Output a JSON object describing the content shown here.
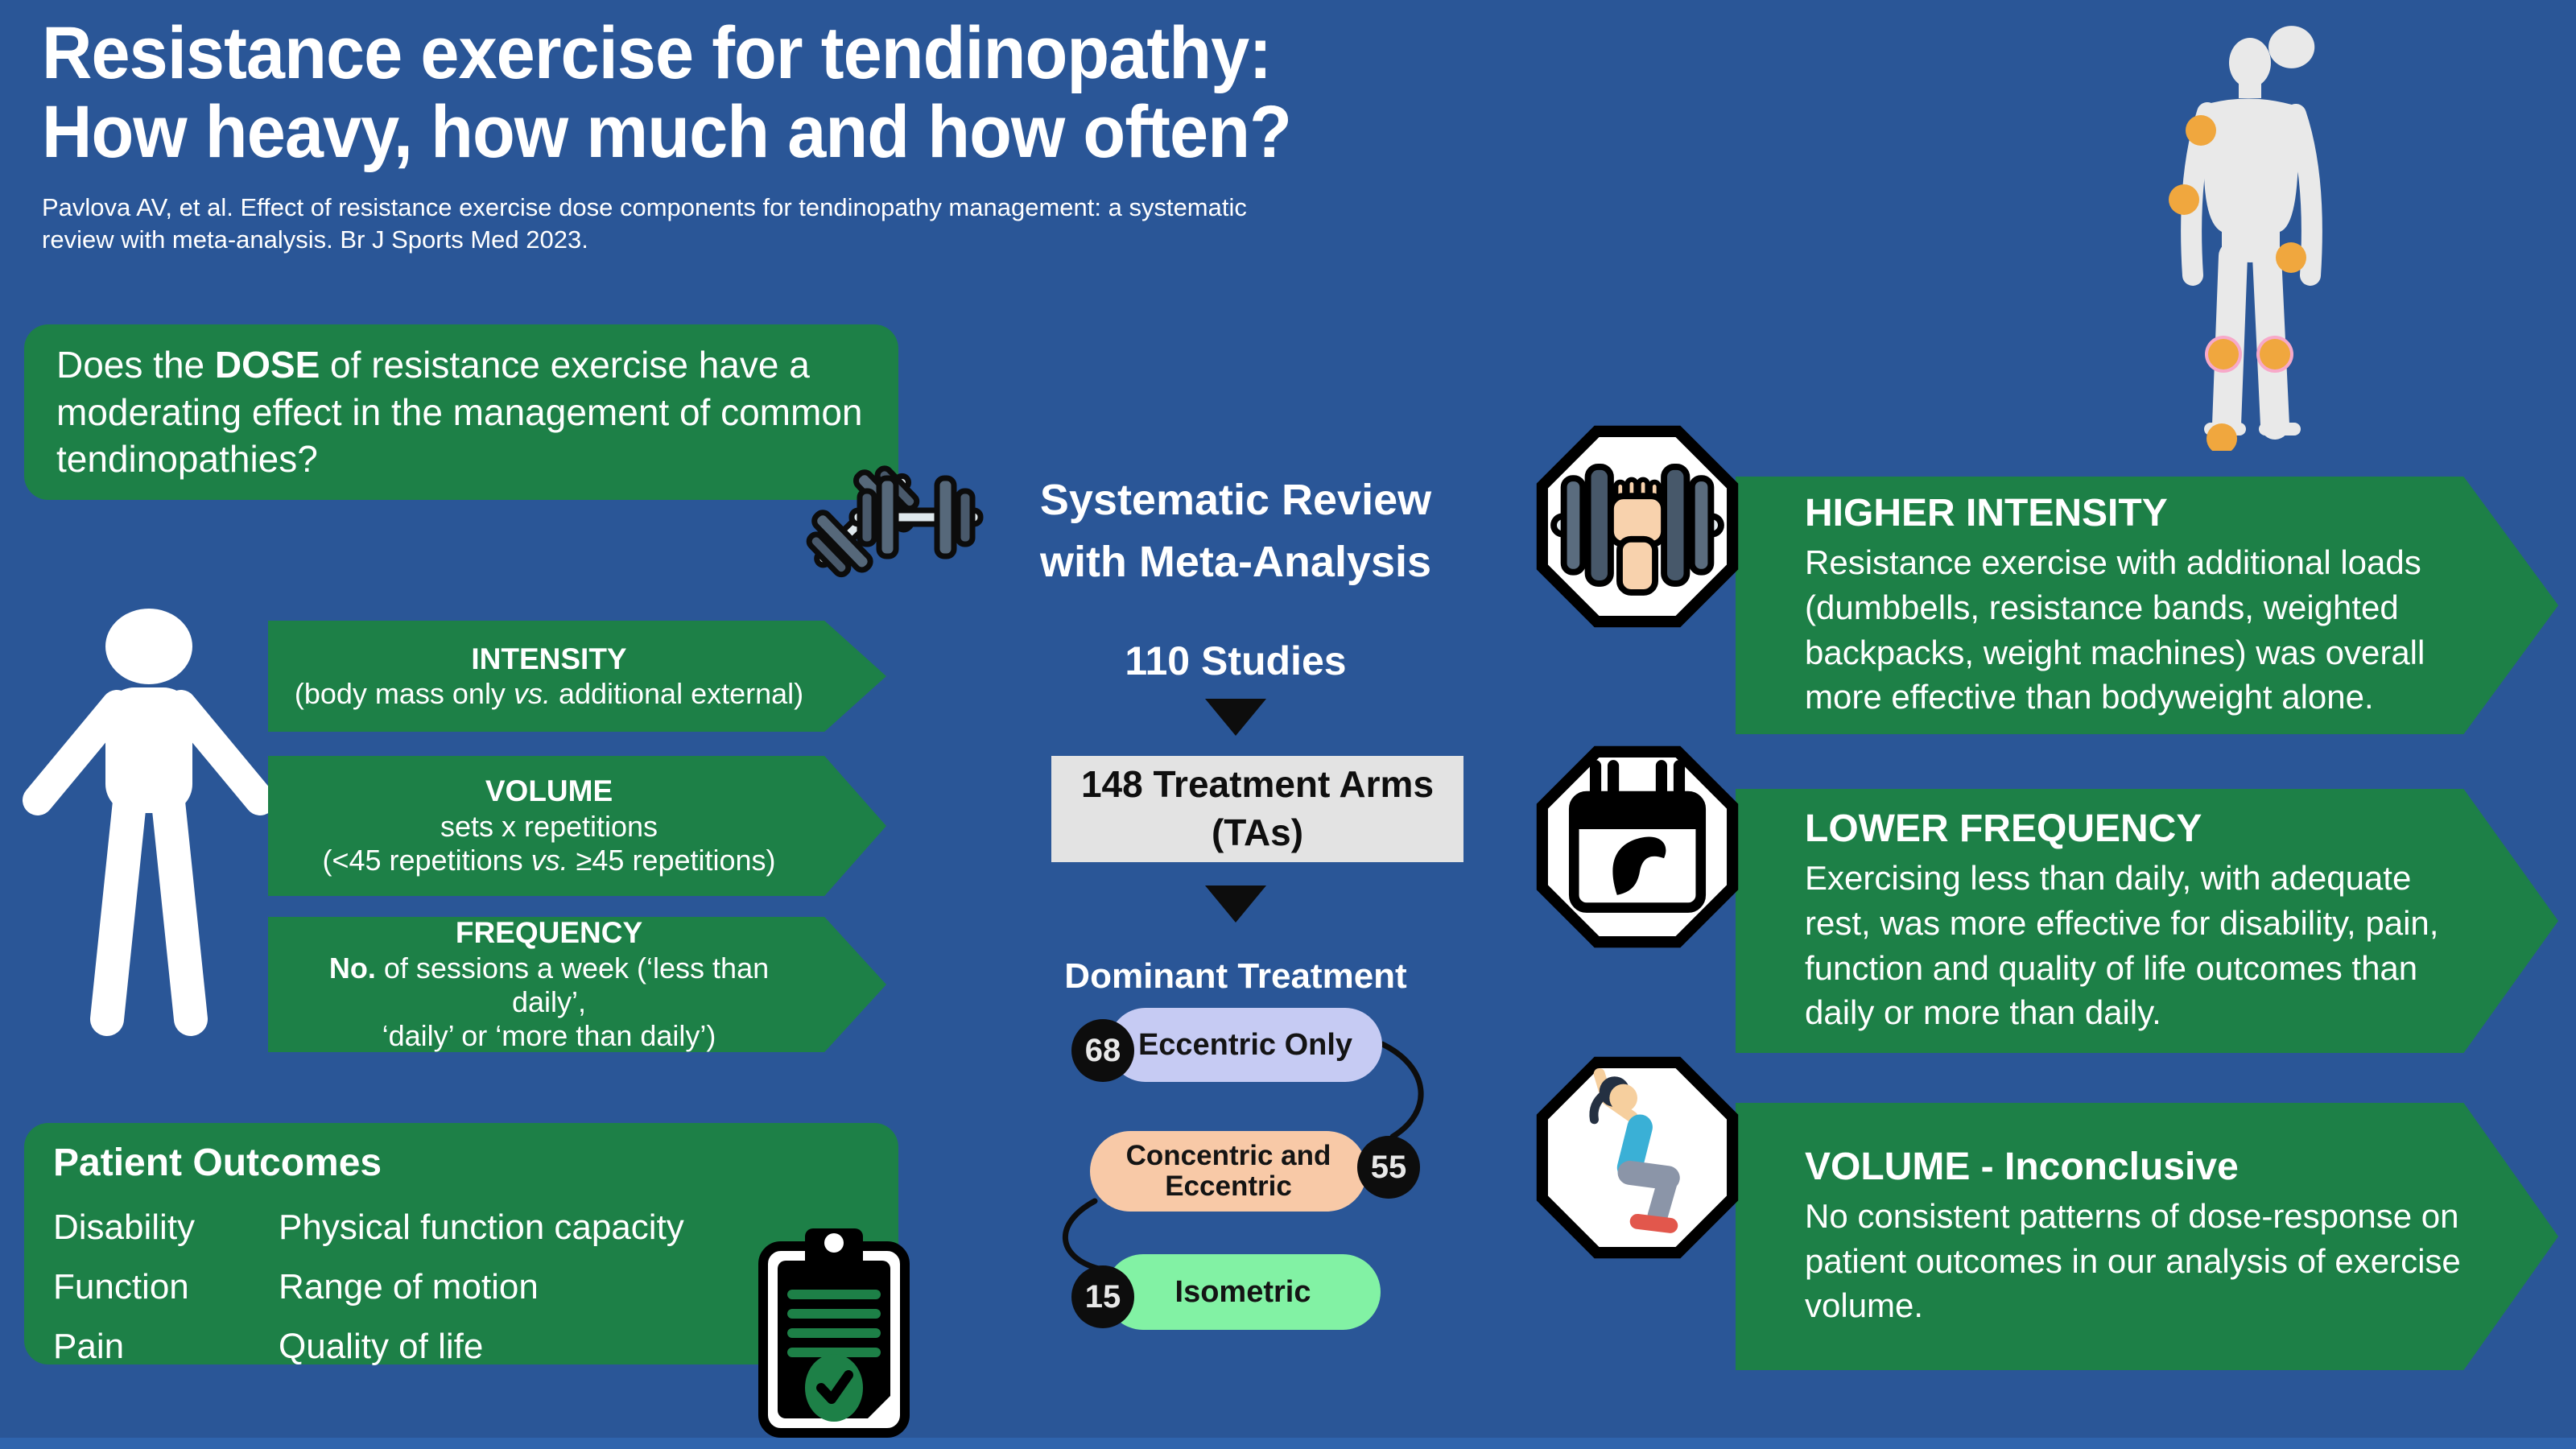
{
  "title": {
    "line1": "Resistance exercise for tendinopathy:",
    "line2": "How heavy, how much and how often?"
  },
  "citation": {
    "line1": "Pavlova AV, et al. Effect of resistance exercise dose components for tendinopathy management: a systematic",
    "line2": "review with meta-analysis. Br J Sports Med 2023."
  },
  "question": {
    "pre": "Does the ",
    "bold": "DOSE",
    "post": " of resistance exercise have a moderating effect in the management of common tendinopathies?"
  },
  "dose_components": {
    "intensity": {
      "title": "INTENSITY",
      "pre": "(body mass only ",
      "vs": "vs.",
      "post": " additional external)"
    },
    "volume": {
      "title": "VOLUME",
      "line1": "sets x repetitions",
      "pre": "(<45 repetitions ",
      "vs": "vs.",
      "post": " ≥45 repetitions)"
    },
    "frequency": {
      "title": "FREQUENCY",
      "bold": "No.",
      "post": " of sessions a week (‘less than daily’,",
      "line2": "‘daily’ or ‘more than daily’)"
    }
  },
  "patient_outcomes": {
    "title": "Patient Outcomes",
    "left": [
      "Disability",
      "Function",
      "Pain"
    ],
    "right": [
      "Physical function capacity",
      "Range of motion",
      "Quality of life"
    ]
  },
  "flow": {
    "heading": [
      "Systematic Review",
      "with Meta-Analysis"
    ],
    "studies_label": "110 Studies",
    "treatment_arms": [
      "148 Treatment Arms",
      "(TAs)"
    ],
    "dominant_label": "Dominant Treatment",
    "treatments": [
      {
        "count": "68",
        "label": "Eccentric Only",
        "color": "#c6cbf3"
      },
      {
        "count": "55",
        "label": "Concentric and Eccentric",
        "color": "#f8c9a7"
      },
      {
        "count": "15",
        "label": "Isometric",
        "color": "#82f2a4"
      }
    ]
  },
  "findings": [
    {
      "icon": "dumbbell-hand-icon",
      "title": "HIGHER INTENSITY",
      "text": "Resistance exercise with additional loads (dumbbells, resistance bands, weighted backpacks, weight machines) was overall more effective than bodyweight alone."
    },
    {
      "icon": "calendar-biceps-icon",
      "title": "LOWER FREQUENCY",
      "text": "Exercising less than daily, with adequate rest, was more effective for disability, pain, function and quality of life outcomes than daily or more than daily."
    },
    {
      "icon": "squat-exercise-icon",
      "title": "VOLUME - Inconclusive",
      "text": "No consistent patterns of dose-response on patient outcomes in our analysis of exercise volume."
    }
  ],
  "body_map": {
    "description": "human silhouette with tendinopathy sites highlighted",
    "marker_color": "#f0a73e",
    "ring_color": "#f7a9c9",
    "markers": [
      "shoulder",
      "elbow",
      "hip",
      "knee-left",
      "knee-right",
      "ankle"
    ]
  },
  "colors": {
    "background": "#2a5697",
    "panel_green": "#1d8047",
    "arms_box_gray": "#e3e3e3",
    "badge_black": "#0d0d0d",
    "footer_blue": "#2f64ad"
  }
}
